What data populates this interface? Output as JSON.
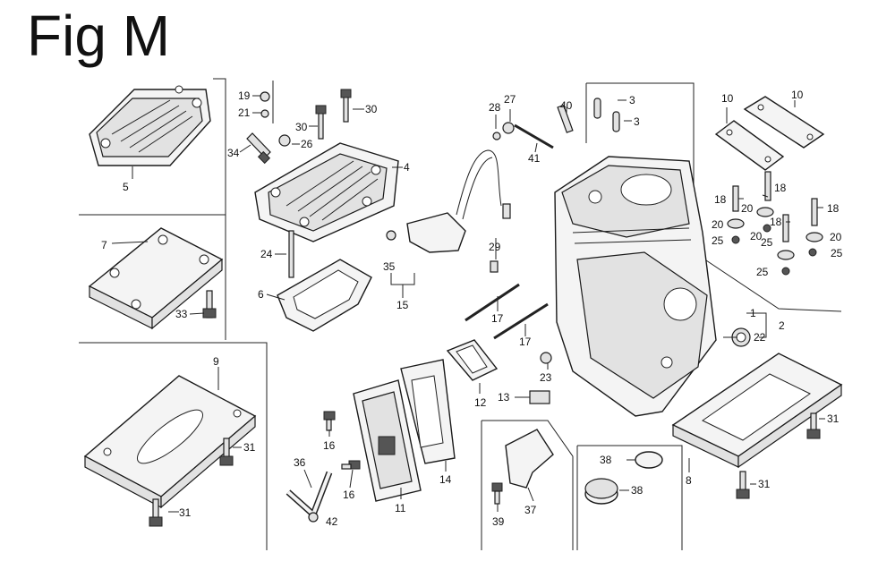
{
  "title": "Fig M",
  "labels": {
    "p1": "1",
    "p2": "2",
    "p3a": "3",
    "p3b": "3",
    "p4": "4",
    "p5": "5",
    "p6": "6",
    "p7": "7",
    "p8": "8",
    "p9": "9",
    "p10a": "10",
    "p10b": "10",
    "p11": "11",
    "p12": "12",
    "p13": "13",
    "p14": "14",
    "p15": "15",
    "p16a": "16",
    "p16b": "16",
    "p17a": "17",
    "p17b": "17",
    "p18a": "18",
    "p18b": "18",
    "p18c": "18",
    "p18d": "18",
    "p19": "19",
    "p20a": "20",
    "p20b": "20",
    "p20c": "20",
    "p20d": "20",
    "p21": "21",
    "p22": "22",
    "p23": "23",
    "p24": "24",
    "p25a": "25",
    "p25b": "25",
    "p25c": "25",
    "p25d": "25",
    "p26": "26",
    "p27": "27",
    "p28": "28",
    "p29": "29",
    "p30a": "30",
    "p30b": "30",
    "p31a": "31",
    "p31b": "31",
    "p31c": "31",
    "p31d": "31",
    "p33": "33",
    "p34": "34",
    "p35": "35",
    "p36": "36",
    "p37": "37",
    "p38a": "38",
    "p38b": "38",
    "p39": "39",
    "p40": "40",
    "p41": "41",
    "p42": "42"
  }
}
